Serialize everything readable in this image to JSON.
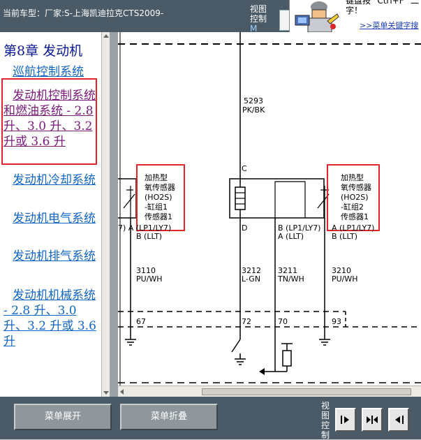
{
  "header": {
    "car_model": "当前车型：厂家:S-上海凯迪拉克CTS2009-",
    "view_control_top": [
      "视图",
      "控制",
      "M"
    ],
    "hint_lines": [
      "键盘按 \"Ctrl+F\" 二",
      "字！"
    ],
    "hint_link": ">>菜单关键字搜"
  },
  "sidebar": {
    "chapter": "第8章  发动机",
    "items": [
      {
        "label": "巡航控制系统"
      },
      {
        "label": "发动机控制系统和燃油系统 - 2.8 升、3.0 升、3.2 升或 3.6 升"
      },
      {
        "label": "发动机冷却系统"
      },
      {
        "label": "发动机电气系统"
      },
      {
        "label": "发动机排气系统"
      },
      {
        "label": "发动机机械系统 - 2.8 升、3.0 升、3.2 升或 3.6 升"
      }
    ]
  },
  "diagram": {
    "labels": {
      "wire_5293": "5293",
      "wire_5293_color": "PK/BK",
      "pin_c": "C",
      "pin_d": "D",
      "sensor1_lines": [
        "加热型",
        "氧传感器",
        "(HO2S)",
        "-缸组1",
        "传感器1"
      ],
      "sensor2_lines": [
        "加热型",
        "氧传感器",
        "(HO2S)",
        "-缸组2",
        "传感器1"
      ],
      "left_pin_a": "7)  A (LP1/LY7)",
      "left_pin_b": "B (LLT)",
      "pin_b_lp1": "B (LP1/LY7)",
      "pin_a_llt": "A (LLT)",
      "right_pin_a": "A (LP1/LY7)",
      "right_pin_b": "B (LLT)",
      "wire_3110": "3110",
      "wire_3110_color": "PU/WH",
      "wire_3212": "3212",
      "wire_3212_color": "L-GN",
      "wire_3211": "3211",
      "wire_3211_color": "TN/WH",
      "wire_3210": "3210",
      "wire_3210_color": "PU/WH",
      "pin_67": "67",
      "pin_72": "72",
      "pin_70": "70",
      "pin_93": "93"
    },
    "highlight_color": "#e0262a"
  },
  "footer": {
    "expand_label": "菜单展开",
    "collapse_label": "菜单折叠",
    "view_control_bottom": [
      "视",
      "图",
      "控",
      "制"
    ]
  }
}
